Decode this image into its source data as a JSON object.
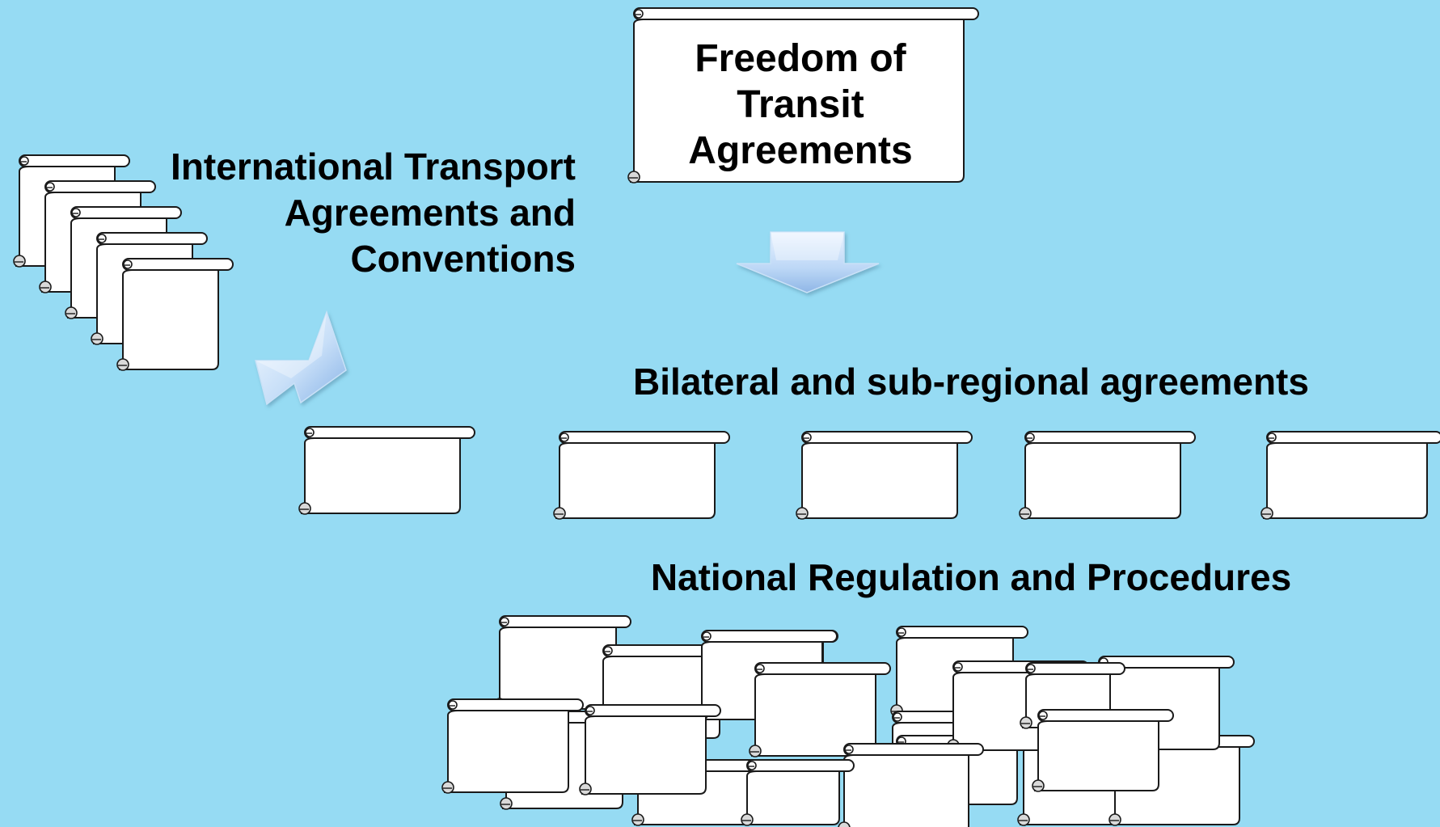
{
  "colors": {
    "background": "#96dbf3",
    "scroll_fill": "#ffffff",
    "scroll_stroke": "#1a1a1a",
    "arrow_light": "#eef6ff",
    "arrow_dark": "#8fb8e8"
  },
  "freedom": {
    "title": "Freedom of Transit Agreements"
  },
  "international": {
    "title": "International Transport Agreements and Conventions"
  },
  "bilateral": {
    "title": "Bilateral and sub-regional agreements"
  },
  "national": {
    "title": "National Regulation and Procedures"
  }
}
